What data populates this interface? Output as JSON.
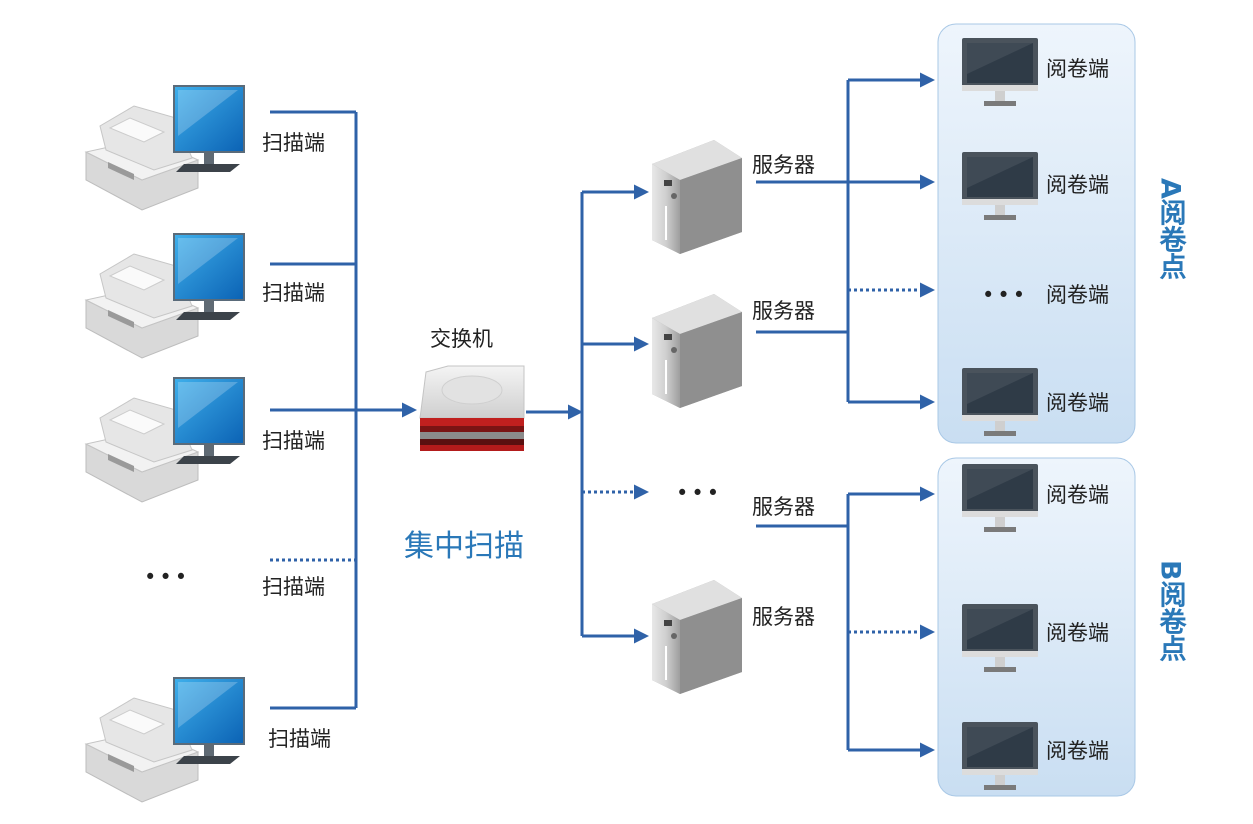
{
  "colors": {
    "line": "#2f62a8",
    "accent_text": "#2a78b8",
    "panel_top": "#eef5fc",
    "panel_bottom": "#c9def2",
    "panel_border": "#a9c8e6"
  },
  "scanners": {
    "icon": "scanner-with-monitor-icon",
    "labels": [
      "扫描端",
      "扫描端",
      "扫描端",
      "扫描端",
      "扫描端"
    ],
    "ellipsis": "•••"
  },
  "switch": {
    "icon": "network-switch-icon",
    "label": "交换机"
  },
  "title": "集中扫描",
  "servers": {
    "icon": "server-tower-icon",
    "labels": [
      "服务器",
      "服务器",
      "服务器",
      "服务器"
    ],
    "ellipsis": "•••"
  },
  "groups": [
    {
      "name": "A阅卷点",
      "clients": [
        "阅卷端",
        "阅卷端",
        "阅卷端",
        "阅卷端"
      ],
      "ellipsis": "•••"
    },
    {
      "name": "B阅卷点",
      "clients": [
        "阅卷端",
        "阅卷端",
        "阅卷端"
      ]
    }
  ],
  "client_icon": "monitor-icon"
}
